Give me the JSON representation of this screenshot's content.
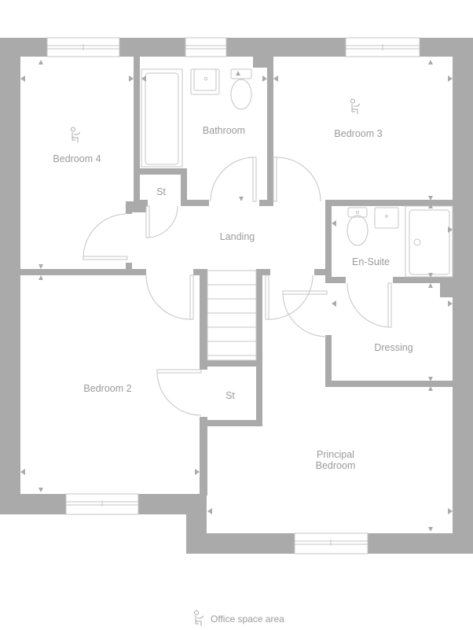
{
  "floorplan": {
    "colors": {
      "wall": "#aaaaaa",
      "fixture_line": "#c4c4c4",
      "label": "#9a9a9a",
      "background": "#ffffff"
    },
    "rooms": [
      {
        "id": "bedroom4",
        "label": "Bedroom 4",
        "office_space": true
      },
      {
        "id": "bathroom",
        "label": "Bathroom",
        "office_space": false
      },
      {
        "id": "bedroom3",
        "label": "Bedroom 3",
        "office_space": true
      },
      {
        "id": "store1",
        "label": "St",
        "office_space": false
      },
      {
        "id": "landing",
        "label": "Landing",
        "office_space": false
      },
      {
        "id": "ensuite",
        "label": "En-Suite",
        "office_space": false
      },
      {
        "id": "dressing",
        "label": "Dressing",
        "office_space": false
      },
      {
        "id": "bedroom2",
        "label": "Bedroom 2",
        "office_space": false
      },
      {
        "id": "store2",
        "label": "St",
        "office_space": false
      },
      {
        "id": "principal",
        "label": "Principal\nBedroom",
        "office_space": false
      }
    ]
  },
  "legend": {
    "icon": "office-chair-person-icon",
    "label": "Office space area"
  }
}
